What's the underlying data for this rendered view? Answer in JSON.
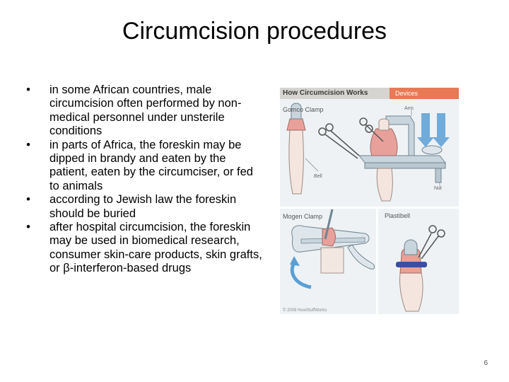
{
  "slide": {
    "title": "Circumcision procedures",
    "page_number": "6"
  },
  "bullets": [
    {
      "marker": "•",
      "text": "in some African countries, male circumcision often performed by non-medical personnel under unsterile conditions"
    },
    {
      "marker": "•",
      "text": "in parts of Africa, the foreskin may be dipped in brandy and eaten by the patient, eaten by the circumciser, or fed to animals"
    },
    {
      "marker": "•",
      "text": "according to Jewish law the foreskin should be buried"
    },
    {
      "marker": "•",
      "text": "after hospital circumcision, the foreskin may be used in biomedical research, consumer skin-care products, skin grafts, or β-interferon-based drugs"
    }
  ],
  "figure": {
    "title": "How Circumcision Works",
    "tag": "Devices",
    "labels": {
      "gomco": "Gomco Clamp",
      "arm": "Arm",
      "bell": "Bell",
      "nut": "Nut",
      "mogen": "Mogen Clamp",
      "plastibell": "Plastibell",
      "copyright": "© 2008 HowStuffWorks"
    },
    "colors": {
      "header": "#d6d4d0",
      "tag": "#e77a55",
      "panel": "#eef2f4",
      "metal": "#c9d5dd",
      "tissue": "#e8a09a",
      "arrow": "#5a9fd4",
      "tie": "#3b4fa0"
    }
  }
}
